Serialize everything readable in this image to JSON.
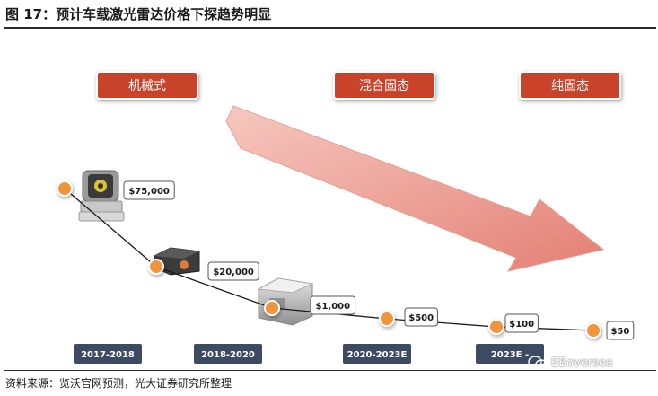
{
  "figure": {
    "title": "图 17：预计车载激光雷达价格下探趋势明显",
    "source": "资料来源：览沃官网预测，光大证券研究所整理",
    "watermark": "EBoversea"
  },
  "categories_top": [
    "机械式",
    "混合固态",
    "纯固态"
  ],
  "colors": {
    "orange": "#f0953a",
    "red_box": "#c9432b",
    "year_box": "#3d4a63",
    "arrow": "#e87b72"
  },
  "chart_data": {
    "type": "line",
    "title": "图 17：预计车载激光雷达价格下探趋势明显",
    "x_periods": [
      "2017-2018",
      "2018-2020",
      "2020-2023E",
      "2023E -"
    ],
    "technology_labels": [
      "机械式",
      "混合固态",
      "纯固态"
    ],
    "series": [
      {
        "values": [
          75000,
          20000,
          1000,
          500,
          100,
          50
        ],
        "labels": [
          "$75,000",
          "$20,000",
          "$1,000",
          "$500",
          "$100",
          "$50"
        ]
      }
    ],
    "xlabel": "",
    "ylabel": "",
    "grid": false,
    "legend": "none"
  }
}
